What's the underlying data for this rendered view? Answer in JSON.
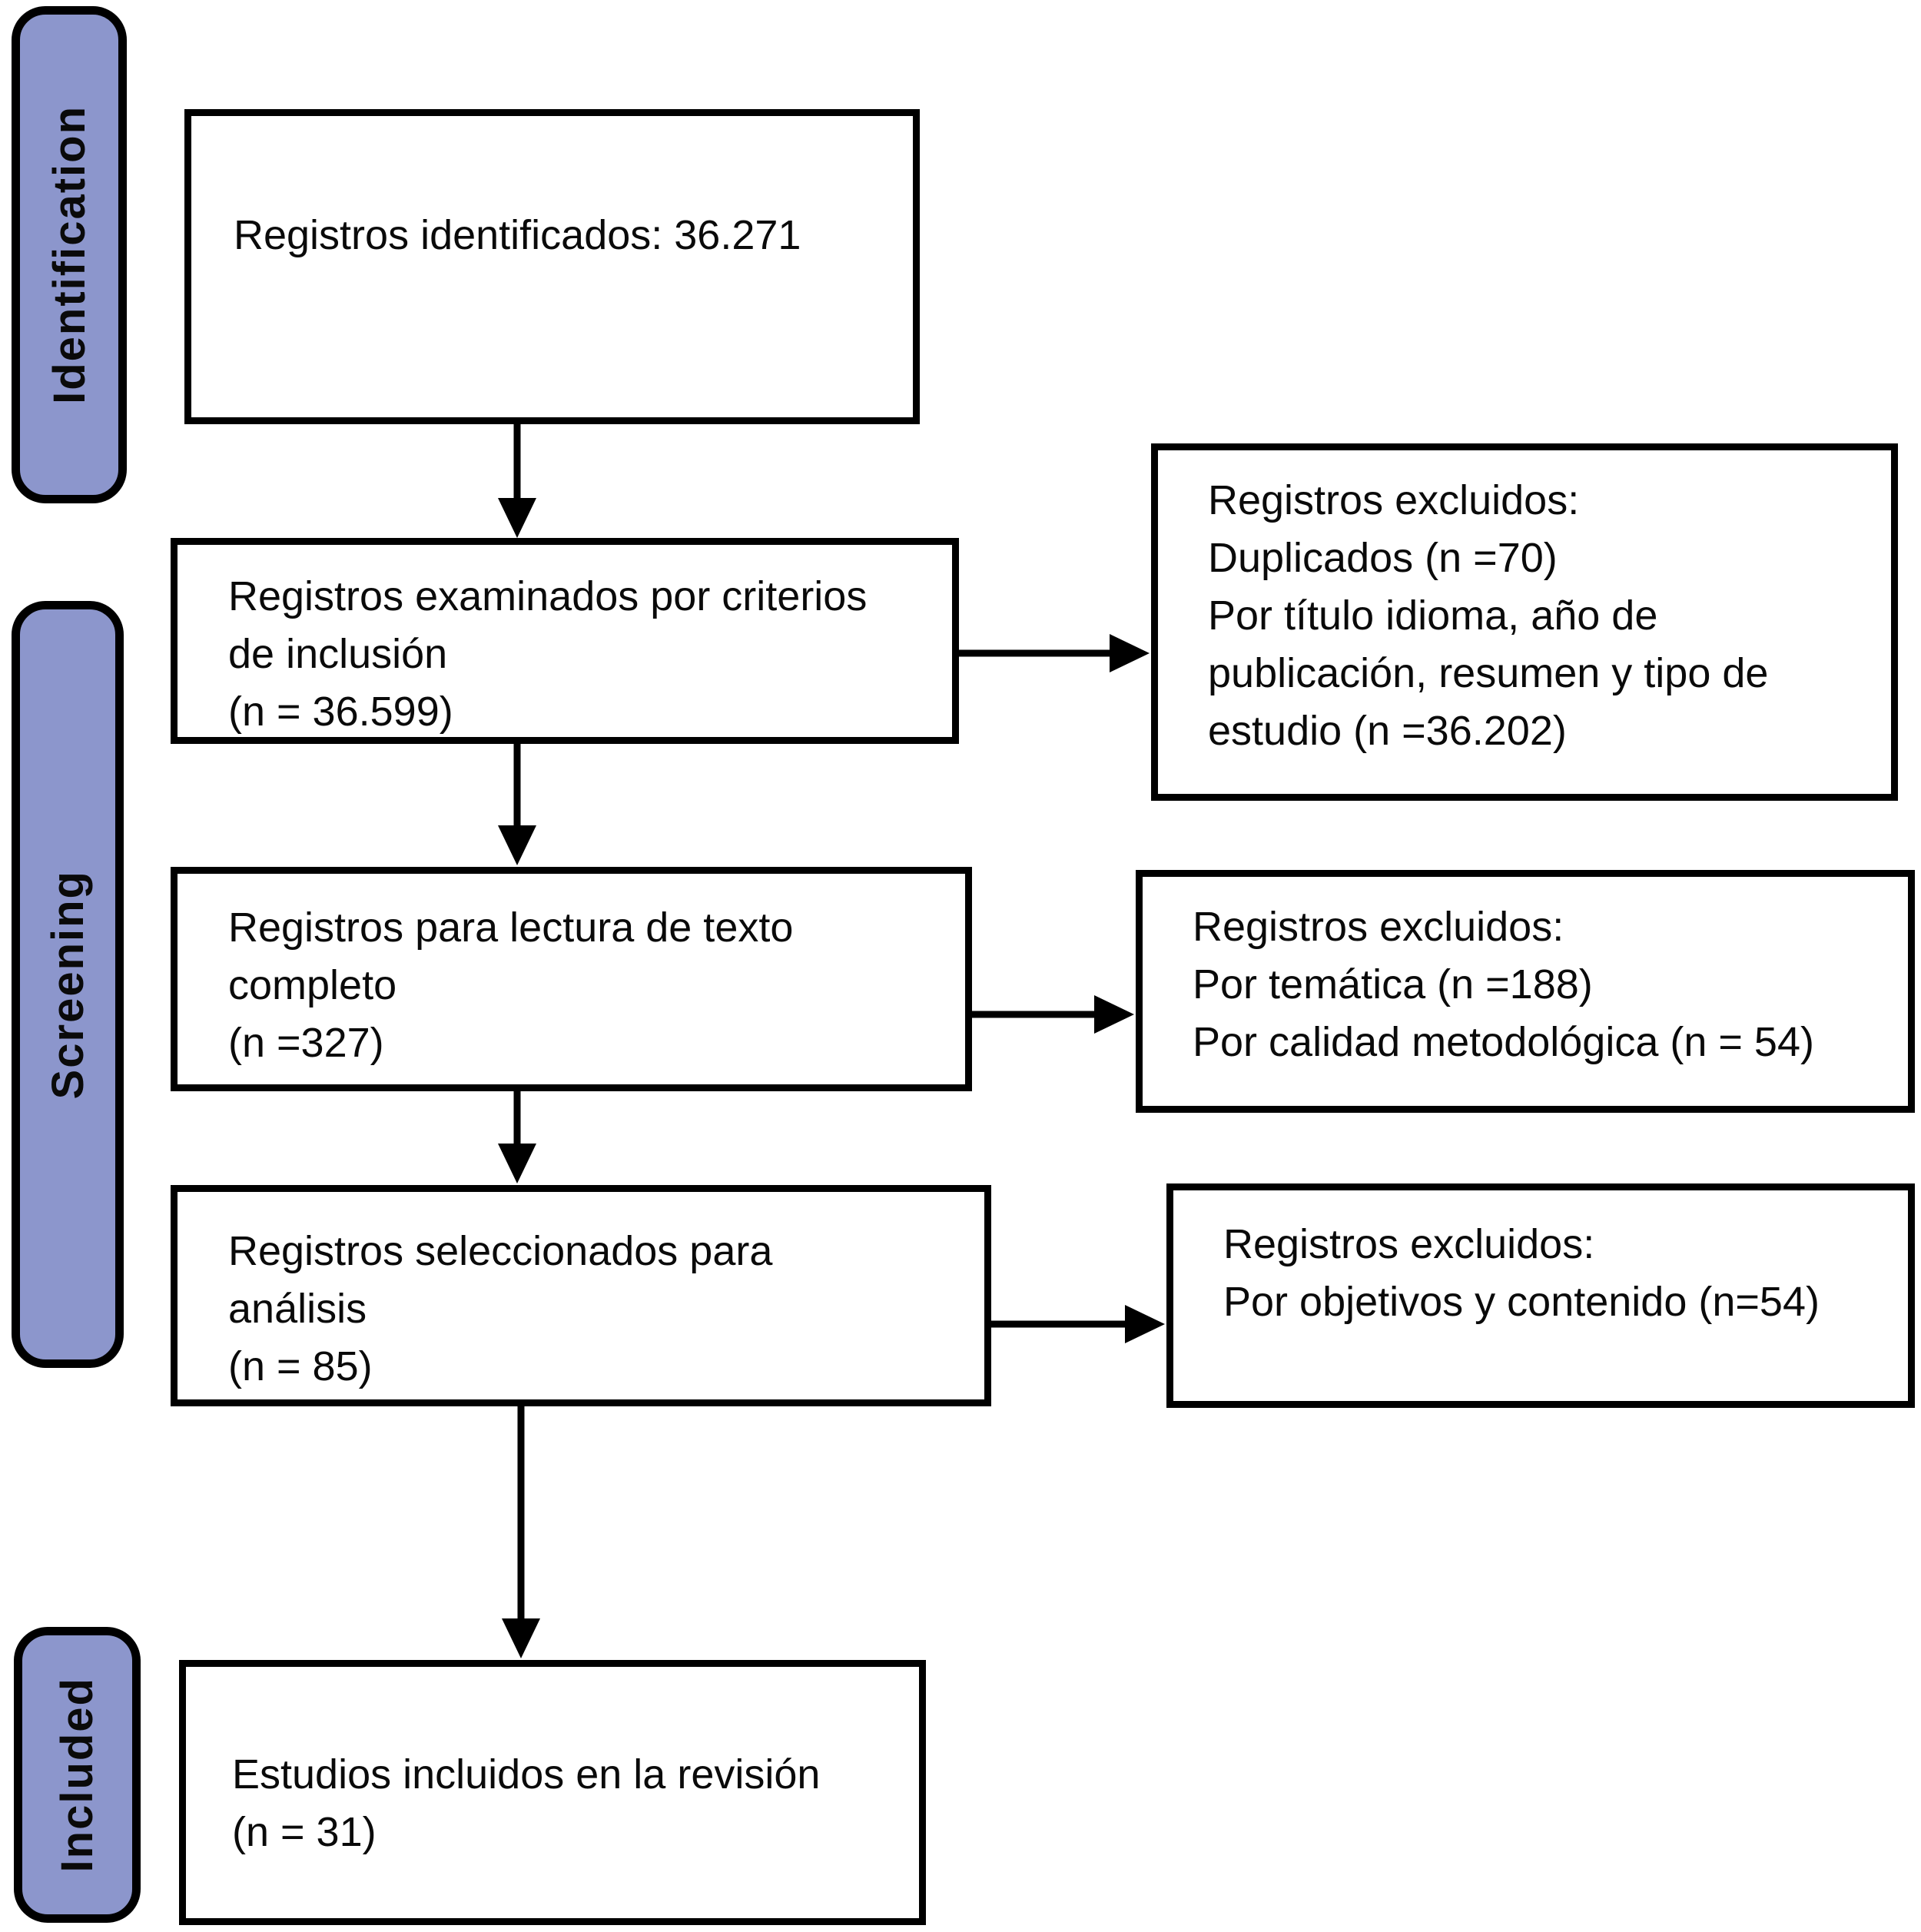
{
  "title": "PRISMA flow diagram (systematic review record selection)",
  "colors": {
    "label_fill": "#8c96cc",
    "label_border": "#000000",
    "box_fill": "#ffffff",
    "box_border": "#000000",
    "arrow": "#000000",
    "text": "#0a0a0a"
  },
  "side_labels": [
    {
      "id": "identification",
      "label": "Identification"
    },
    {
      "id": "screening",
      "label": "Screening"
    },
    {
      "id": "included",
      "label": "Included"
    }
  ],
  "flow_boxes": [
    {
      "id": "identified",
      "text": "Registros identificados: 36.271"
    },
    {
      "id": "examined",
      "text": "Registros examinados por criterios\nde inclusión\n(n = 36.599)"
    },
    {
      "id": "full-text",
      "text": "Registros para lectura de texto\ncompleto\n(n =327)"
    },
    {
      "id": "selected",
      "text": "Registros seleccionados para\nanálisis\n(n = 85)"
    },
    {
      "id": "included-studies",
      "text": "Estudios incluidos en la revisión\n(n = 31)"
    }
  ],
  "exclusion_boxes": [
    {
      "id": "excluded-screening",
      "text": "Registros excluidos:\nDuplicados (n =70)\nPor título idioma, año de\npublicación, resumen y tipo de\nestudio (n =36.202)"
    },
    {
      "id": "excluded-full-text",
      "text": "Registros excluidos:\nPor temática (n =188)\nPor calidad metodológica (n = 54)"
    },
    {
      "id": "excluded-analysis",
      "text": "Registros excluidos:\nPor objetivos y contenido (n=54)"
    }
  ]
}
